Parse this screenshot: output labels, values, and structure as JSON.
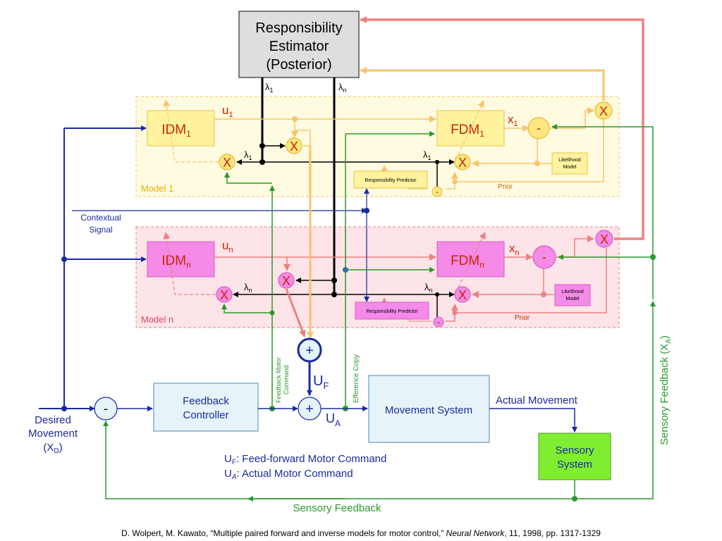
{
  "responsibility_estimator": {
    "line1": "Responsibility",
    "line2": "Estimator",
    "line3": "(Posterior)"
  },
  "lambda_labels": {
    "l1_top": "λ",
    "l1_top_sub": "1",
    "ln_top": "λ",
    "ln_top_sub": "n",
    "l1_idm": "λ",
    "l1_idm_sub": "1",
    "l1_fdm": "λ",
    "l1_fdm_sub": "1",
    "ln_idm": "λ",
    "ln_idm_sub": "n",
    "ln_fdm": "λ",
    "ln_fdm_sub": "n"
  },
  "model1": {
    "label": "Model 1",
    "idm": "IDM",
    "idm_sub": "1",
    "fdm": "FDM",
    "fdm_sub": "1",
    "u": "u",
    "u_sub": "1",
    "x": "x",
    "x_sub": "1",
    "likelihood_line1": "Likelihood",
    "likelihood_line2": "Model",
    "resp_predictor": "Responsibility Predictor",
    "prior": "Prior"
  },
  "modeln": {
    "label": "Model n",
    "idm": "IDM",
    "idm_sub": "n",
    "fdm": "FDM",
    "fdm_sub": "n",
    "u": "u",
    "u_sub": "n",
    "x": "x",
    "x_sub": "n",
    "likelihood_line1": "Likelihood",
    "likelihood_line2": "Model",
    "resp_predictor": "Responsibility Predictor",
    "prior": "Prior"
  },
  "contextual_signal": {
    "line1": "Contextual",
    "line2": "Signal"
  },
  "symbols": {
    "multiply": "X",
    "minus": "-",
    "plus": "+"
  },
  "uf_label": "U",
  "uf_sub": "F",
  "ua_label": "U",
  "ua_sub": "A",
  "feedback_motor_command": {
    "line1": "Feedback Motor",
    "line2": "Command"
  },
  "efference_copy": "Efference Copy",
  "feedback_controller": {
    "line1": "Feedback",
    "line2": "Controller"
  },
  "movement_system": "Movement System",
  "actual_movement": "Actual Movement",
  "sensory_system": {
    "line1": "Sensory",
    "line2": "System"
  },
  "desired_movement": {
    "line1": "Desired",
    "line2": "Movement",
    "line3": "(X",
    "line3_sub": "D",
    "line3_end": ")"
  },
  "sensory_feedback_bottom": "Sensory Feedback",
  "sensory_feedback_side": "Sensory Feedback (X",
  "sensory_feedback_side_sub": "A",
  "sensory_feedback_side_end": ")",
  "legend": {
    "uf_symbol": "U",
    "uf_sub": "F",
    "uf_text": ": Feed-forward Motor Command",
    "ua_symbol": "U",
    "ua_sub": "A",
    "ua_text": ": Actual Motor Command"
  },
  "citation": {
    "prefix": "D. Wolpert, M. Kawato, “Multiple paired forward and inverse models for motor control,” ",
    "journal": "Neural Network",
    "suffix": ", 11, 1998, pp. 1317-1329"
  },
  "colors": {
    "orange_line": "#f8c46a",
    "pink_line": "#ee8080",
    "green_line": "#2a9a2a",
    "blue_line": "#1a2aa0",
    "model1_bg": "#fffbe0",
    "modeln_bg": "#fde4e8",
    "idm1_fill": "#fff3a0",
    "idmn_fill": "#f58ae8",
    "controller_fill": "#e6f3f8",
    "sensory_fill": "#80ee30",
    "estimator_fill": "#dedede"
  }
}
